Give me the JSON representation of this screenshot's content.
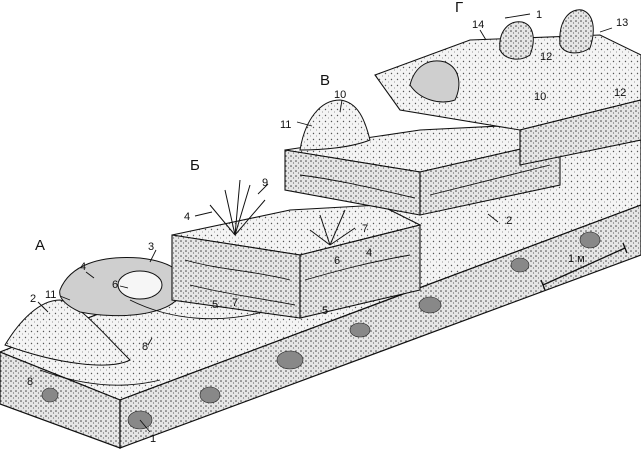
{
  "zones": [
    {
      "key": "A",
      "text": "А"
    },
    {
      "key": "B",
      "text": "Б"
    },
    {
      "key": "V",
      "text": "В"
    },
    {
      "key": "G",
      "text": "Г"
    }
  ],
  "scale": {
    "text": "1 м"
  },
  "callouts": [
    {
      "id": "a-2",
      "text": "2"
    },
    {
      "id": "a-11",
      "text": "11"
    },
    {
      "id": "a-4",
      "text": "4"
    },
    {
      "id": "a-6",
      "text": "6"
    },
    {
      "id": "a-3",
      "text": "3"
    },
    {
      "id": "a-8",
      "text": "8"
    },
    {
      "id": "a-8b",
      "text": "8"
    },
    {
      "id": "a-1",
      "text": "1"
    },
    {
      "id": "a-5",
      "text": "5"
    },
    {
      "id": "a-7",
      "text": "7"
    },
    {
      "id": "b-4",
      "text": "4"
    },
    {
      "id": "b-9",
      "text": "9"
    },
    {
      "id": "b-7",
      "text": "7"
    },
    {
      "id": "b-4b",
      "text": "4"
    },
    {
      "id": "b-6",
      "text": "6"
    },
    {
      "id": "b-5",
      "text": "5"
    },
    {
      "id": "b-2",
      "text": "2"
    },
    {
      "id": "v-11",
      "text": "11"
    },
    {
      "id": "v-10",
      "text": "10"
    },
    {
      "id": "g-14",
      "text": "14"
    },
    {
      "id": "g-1",
      "text": "1"
    },
    {
      "id": "g-12",
      "text": "12"
    },
    {
      "id": "g-13",
      "text": "13"
    },
    {
      "id": "g-10",
      "text": "10"
    },
    {
      "id": "g-12b",
      "text": "12"
    }
  ],
  "colors": {
    "ink": "#111111",
    "stipple": "#d9d9d9",
    "light": "#efefef",
    "dark": "#2a2a2a"
  }
}
